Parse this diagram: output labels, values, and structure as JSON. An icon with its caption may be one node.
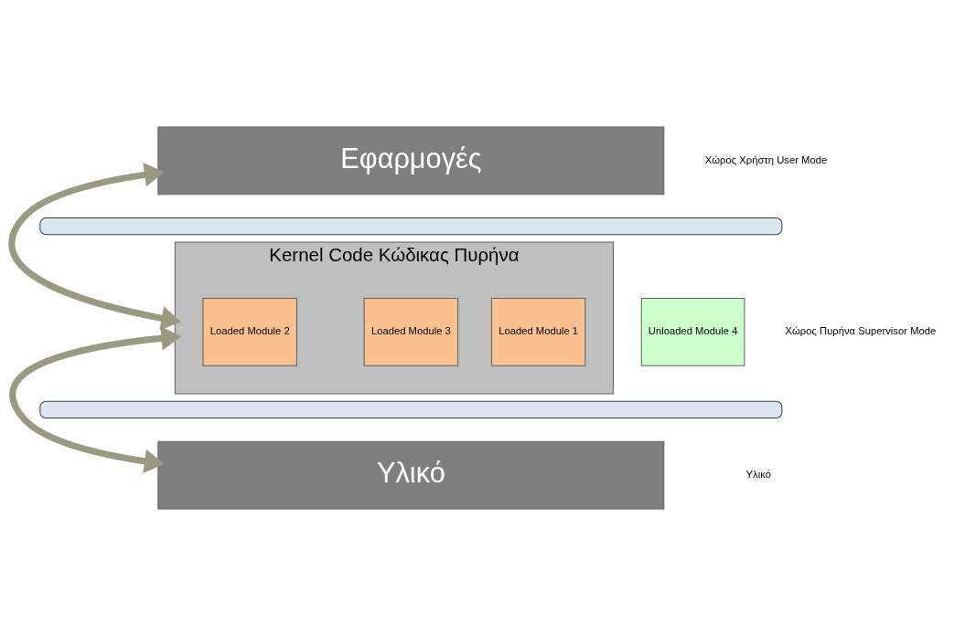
{
  "diagram": {
    "nodes": [
      {
        "text": [
          "Εφαρμογές"
        ]
      },
      {
        "text": [],
        "shape": "bar"
      },
      {
        "text": [
          "Kernel Code Κώδικας Πυρήνα"
        ]
      },
      {
        "text": [
          "Loaded Module 1"
        ],
        "in": 2
      },
      {
        "text": [
          "Loaded Module 2"
        ],
        "in": 2
      },
      {
        "text": [
          "Loaded Module 3"
        ],
        "in": 2
      },
      {
        "text": [
          "Unloaded Module 4"
        ]
      },
      {
        "text": [],
        "shape": "bar"
      },
      {
        "text": [
          "Υλικό"
        ]
      }
    ],
    "edges": [
      {
        "from": 0,
        "to": 2,
        "arrow": "both"
      },
      {
        "from": 2,
        "to": 8,
        "arrow": "both"
      }
    ],
    "labels": [
      "Χώρος Χρήστη User Mode",
      "Χώρος Πυρήνα Supervisor Mode",
      "Υλικό"
    ]
  }
}
